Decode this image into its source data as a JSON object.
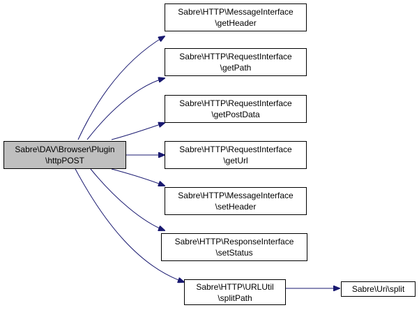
{
  "colors": {
    "edge": "#191970",
    "root_fill": "#bfbfbf",
    "node_fill": "#ffffff",
    "border": "#000000"
  },
  "root": {
    "line1": "Sabre\\DAV\\Browser\\Plugin",
    "line2": "\\httpPOST"
  },
  "nodes": [
    {
      "line1": "Sabre\\HTTP\\MessageInterface",
      "line2": "\\getHeader"
    },
    {
      "line1": "Sabre\\HTTP\\RequestInterface",
      "line2": "\\getPath"
    },
    {
      "line1": "Sabre\\HTTP\\RequestInterface",
      "line2": "\\getPostData"
    },
    {
      "line1": "Sabre\\HTTP\\RequestInterface",
      "line2": "\\getUrl"
    },
    {
      "line1": "Sabre\\HTTP\\MessageInterface",
      "line2": "\\setHeader"
    },
    {
      "line1": "Sabre\\HTTP\\ResponseInterface",
      "line2": "\\setStatus"
    },
    {
      "line1": "Sabre\\HTTP\\URLUtil",
      "line2": "\\splitPath"
    }
  ],
  "leaf": {
    "line1": "Sabre\\Uri\\split"
  },
  "edges": [
    {
      "from": "root",
      "to": "getHeader"
    },
    {
      "from": "root",
      "to": "getPath"
    },
    {
      "from": "root",
      "to": "getPostData"
    },
    {
      "from": "root",
      "to": "getUrl"
    },
    {
      "from": "root",
      "to": "setHeader"
    },
    {
      "from": "root",
      "to": "setStatus"
    },
    {
      "from": "root",
      "to": "splitPath"
    },
    {
      "from": "splitPath",
      "to": "split"
    }
  ]
}
